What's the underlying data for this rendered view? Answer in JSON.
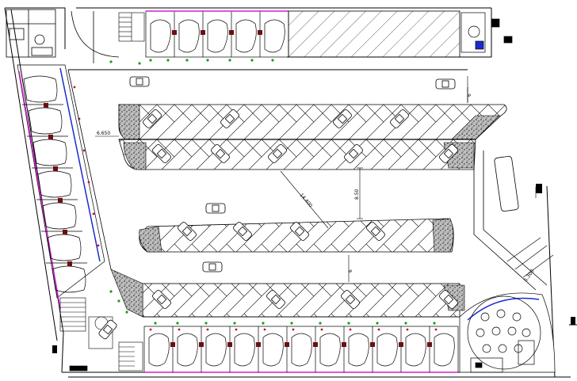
{
  "drawing": {
    "dimensions": {
      "left_dim": "6.650",
      "diagonal_dim": "14.400",
      "vertical_dim": "8.50",
      "lower_dim": "6",
      "top_dim": "6",
      "right_dim": "6.300"
    },
    "colors": {
      "background": "#ffffff",
      "line": "#000000",
      "stall_blue": "#1a2bd0",
      "stall_magenta": "#cc22cc",
      "mark_red": "#c0101a",
      "plant_green": "#1a9a2a",
      "column": "#6b0f14"
    },
    "symbols": [
      "car",
      "parking-stall",
      "stair",
      "round-table",
      "hatched-planter",
      "column"
    ]
  }
}
